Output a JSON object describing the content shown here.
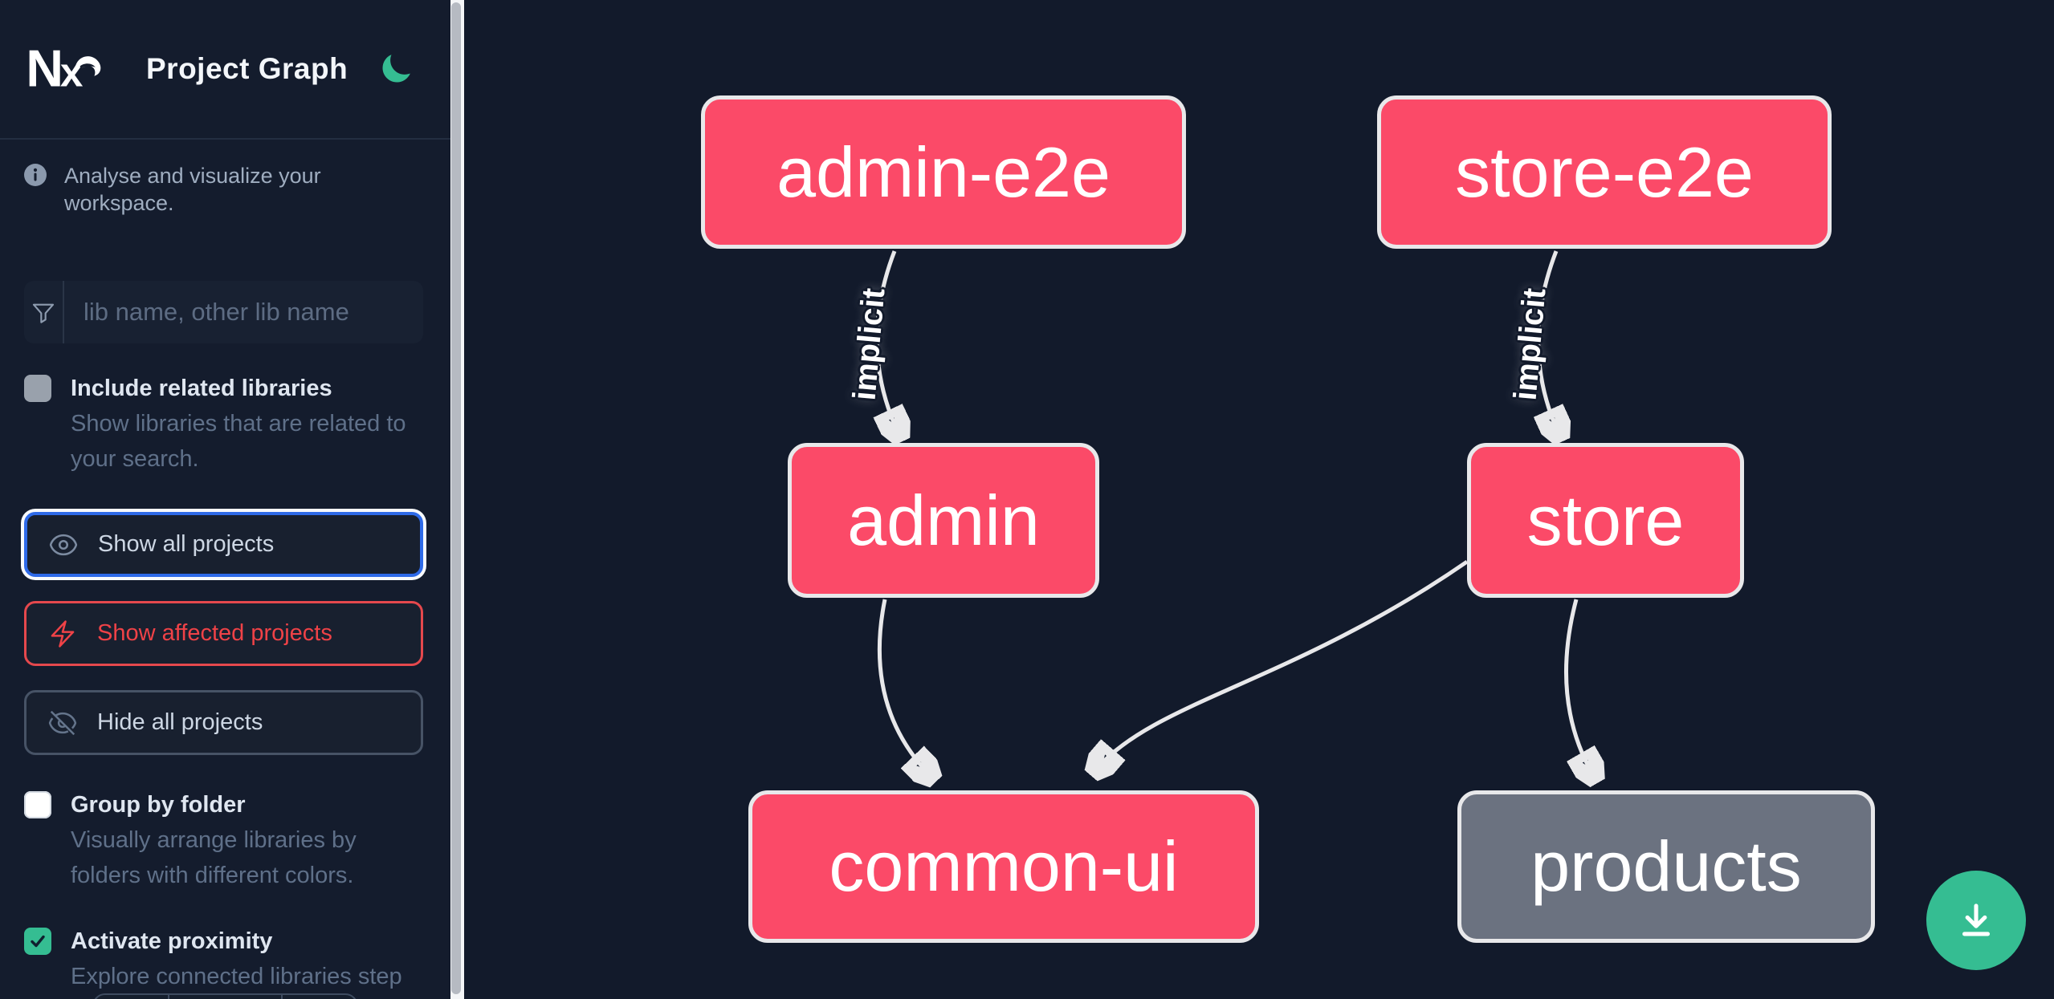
{
  "header": {
    "logo_text": "Nx",
    "title": "Project Graph"
  },
  "sidebar": {
    "tagline": "Analyse and visualize your workspace.",
    "search": {
      "placeholder": "lib name, other lib name"
    },
    "toggles": {
      "include_related": {
        "label": "Include related libraries",
        "description": "Show libraries that are related to your search.",
        "checked": false
      },
      "group_by_folder": {
        "label": "Group by folder",
        "description": "Visually arrange libraries by folders with different colors.",
        "checked": false
      },
      "activate_proximity": {
        "label": "Activate proximity",
        "description": "Explore connected libraries step by step.",
        "checked": true
      }
    },
    "actions": {
      "show_all": {
        "label": "Show all projects"
      },
      "show_affected": {
        "label": "Show affected projects"
      },
      "hide_all": {
        "label": "Hide all projects"
      }
    }
  },
  "graph": {
    "nodes": [
      {
        "id": "admin-e2e",
        "label": "admin-e2e",
        "variant": "primary"
      },
      {
        "id": "store-e2e",
        "label": "store-e2e",
        "variant": "primary"
      },
      {
        "id": "admin",
        "label": "admin",
        "variant": "primary"
      },
      {
        "id": "store",
        "label": "store",
        "variant": "primary"
      },
      {
        "id": "common-ui",
        "label": "common-ui",
        "variant": "primary"
      },
      {
        "id": "products",
        "label": "products",
        "variant": "muted"
      }
    ],
    "edges": [
      {
        "from": "admin-e2e",
        "to": "admin",
        "label": "implicit"
      },
      {
        "from": "store-e2e",
        "to": "store",
        "label": "implicit"
      },
      {
        "from": "admin",
        "to": "common-ui",
        "label": ""
      },
      {
        "from": "store",
        "to": "common-ui",
        "label": ""
      },
      {
        "from": "store",
        "to": "products",
        "label": ""
      }
    ]
  },
  "colors": {
    "accent_green": "#35bd92",
    "node_primary": "#fb4a68",
    "node_muted": "#6b7280",
    "focus_blue": "#2e6ae8",
    "danger_red": "#ef4247",
    "edge": "#e8e8ea"
  },
  "fab": {
    "icon": "download-icon"
  }
}
